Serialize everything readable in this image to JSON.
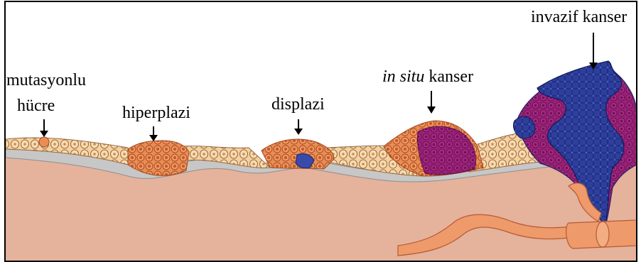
{
  "labels": {
    "mutation": {
      "line1": "mutasyonlu",
      "line2": "hücre"
    },
    "hyperplasia": "hiperplazi",
    "dysplasia": "displazi",
    "in_situ": {
      "italic": "in situ",
      "text": " kanser"
    },
    "invasive": "invazif kanser"
  },
  "colors": {
    "frame": "#000000",
    "stroma": "#e5b29b",
    "stroma_shadow": "#d7a083",
    "basement_membrane": "#c7c7c7",
    "membrane_edge": "#8e8e8e",
    "normal_cell": "#f5d1a2",
    "normal_cell_outline": "#9a6a3c",
    "abnormal_cell": "#ea8d55",
    "abnormal_cell_dark": "#c9572a",
    "cancer_magenta": "#9b1f78",
    "cancer_blue": "#2d3e9c",
    "vessel": "#ee9a6b",
    "vessel_outline": "#b55b32"
  }
}
